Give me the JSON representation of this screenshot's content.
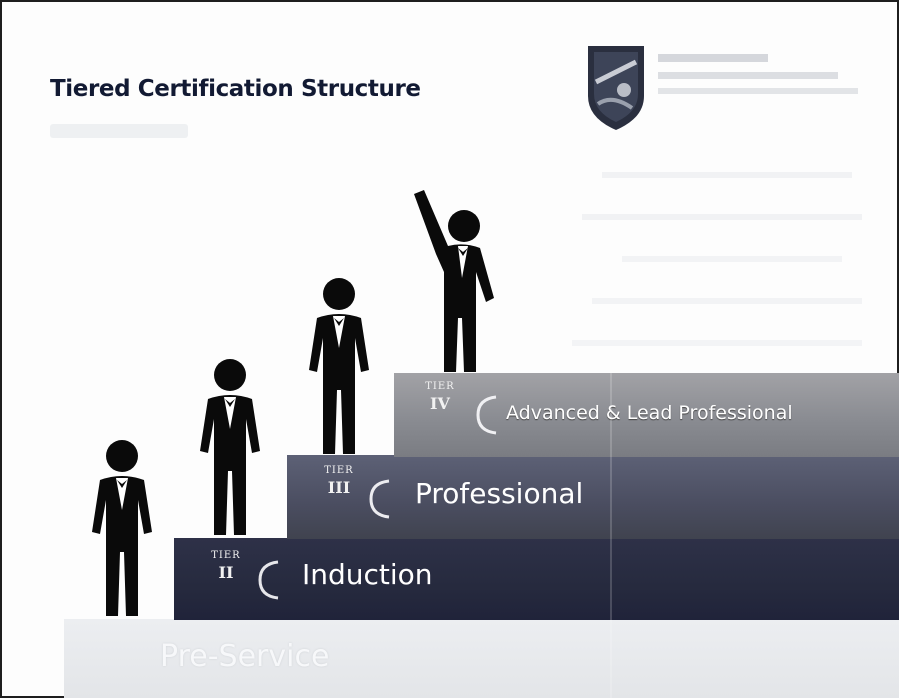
{
  "slide": {
    "title": "Tiered Certification Structure"
  },
  "tiers": [
    {
      "id": "iv",
      "label_word": "TIER",
      "numeral": "IV",
      "name": "Advanced & Lead Professional"
    },
    {
      "id": "iii",
      "label_word": "TIER",
      "numeral": "III",
      "name": "Professional"
    },
    {
      "id": "ii",
      "label_word": "TIER",
      "numeral": "II",
      "name": "Induction"
    },
    {
      "id": "i",
      "name": "Pre-Service"
    }
  ],
  "colors": {
    "title": "#121a33",
    "tier_iv": "#8a8c92",
    "tier_iii": "#4a4d60",
    "tier_ii": "#262a3e",
    "tier_i": "#e3e5e8",
    "figure": "#0a0a0a"
  }
}
